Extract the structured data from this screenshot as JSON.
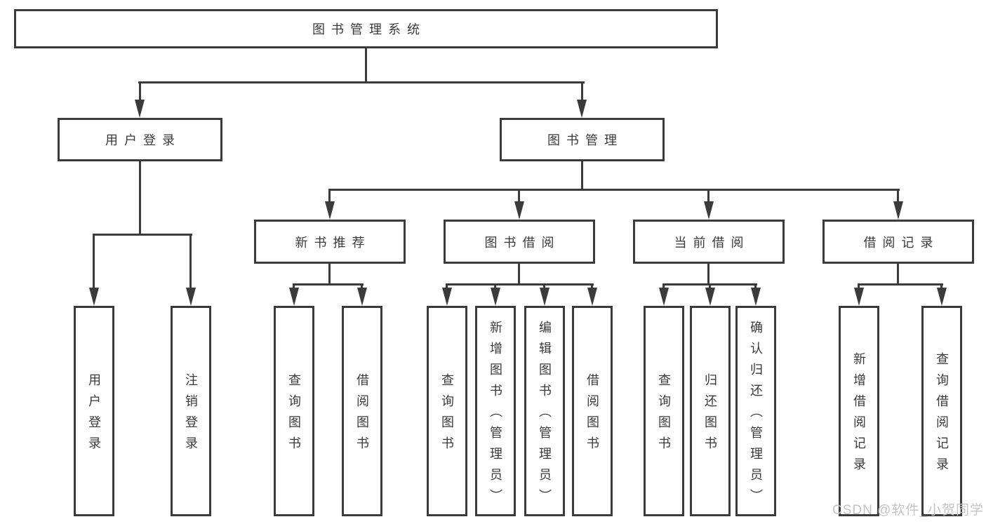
{
  "root": {
    "label": "图书管理系统"
  },
  "level2": [
    {
      "label": "用户登录",
      "parent": "图书管理系统"
    },
    {
      "label": "图书管理",
      "parent": "图书管理系统"
    }
  ],
  "level3": [
    {
      "label": "新书推荐",
      "parent": "图书管理"
    },
    {
      "label": "图书借阅",
      "parent": "图书管理"
    },
    {
      "label": "当前借阅",
      "parent": "图书管理"
    },
    {
      "label": "借阅记录",
      "parent": "图书管理"
    }
  ],
  "leaves": [
    {
      "label": "用户登录",
      "parent": "用户登录"
    },
    {
      "label": "注销登录",
      "parent": "用户登录"
    },
    {
      "label": "查询图书",
      "parent": "新书推荐"
    },
    {
      "label": "借阅图书",
      "parent": "新书推荐"
    },
    {
      "label": "查询图书",
      "parent": "图书借阅"
    },
    {
      "label": "新增图书（管理员）",
      "parent": "图书借阅"
    },
    {
      "label": "编辑图书（管理员）",
      "parent": "图书借阅"
    },
    {
      "label": "借阅图书",
      "parent": "图书借阅"
    },
    {
      "label": "查询图书",
      "parent": "当前借阅"
    },
    {
      "label": "归还图书",
      "parent": "当前借阅"
    },
    {
      "label": "确认归还（管理员）",
      "parent": "当前借阅"
    },
    {
      "label": "新增借阅记录",
      "parent": "借阅记录"
    },
    {
      "label": "查询借阅记录",
      "parent": "借阅记录"
    }
  ],
  "watermark": {
    "text": "CSDN @软件_小贺同学"
  },
  "colors": {
    "line": "#3b3b3b",
    "text": "#3a3a3a",
    "watermark": "#c3c3c3",
    "background": "#ffffff"
  }
}
